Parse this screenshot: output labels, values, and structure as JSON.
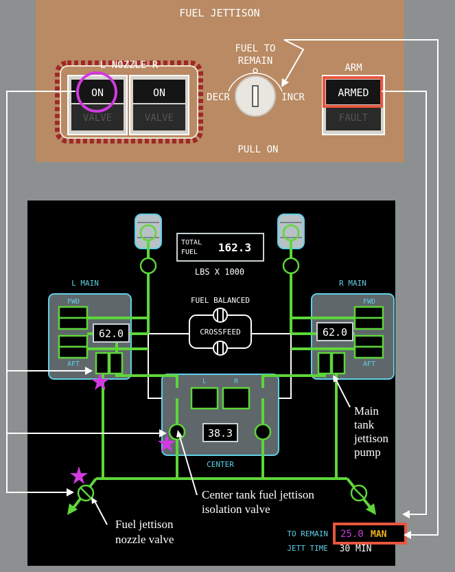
{
  "panel": {
    "title": "FUEL JETTISON",
    "nozzle_label": "L NOZZLE R",
    "nozzle_left": {
      "top": "ON",
      "bottom": "VALVE"
    },
    "nozzle_right": {
      "top": "ON",
      "bottom": "VALVE"
    },
    "fuel_to_remain": [
      "FUEL TO",
      "REMAIN"
    ],
    "decr": "DECR",
    "incr": "INCR",
    "pull_on": "PULL ON",
    "arm_label": "ARM",
    "arm_top": "ARMED",
    "arm_bottom": "FAULT"
  },
  "display": {
    "total_fuel_label": [
      "TOTAL",
      "FUEL"
    ],
    "total_fuel_value": "162.3",
    "units": "LBS X 1000",
    "l_main_label": "L MAIN",
    "r_main_label": "R MAIN",
    "fwd": "FWD",
    "aft": "AFT",
    "l_main_value": "62.0",
    "r_main_value": "62.0",
    "fuel_balanced": "FUEL BALANCED",
    "crossfeed": "CROSSFEED",
    "center_l": "L",
    "center_r": "R",
    "center_value": "38.3",
    "center_label": "CENTER",
    "to_remain_label": "TO REMAIN",
    "to_remain_value": "25.0",
    "to_remain_mode": "MAN",
    "jett_time_label": "JETT TIME",
    "jett_time_value": "30 MIN"
  },
  "annotations": {
    "main_pump": [
      "Main",
      "tank",
      "jettison",
      "pump"
    ],
    "center_valve": [
      "Center tank fuel jettison",
      "isolation valve"
    ],
    "nozzle_valve": [
      "Fuel jettison",
      "nozzle valve"
    ]
  },
  "colors": {
    "panel": "#b98a63",
    "line_green": "#5ed63a",
    "cyan": "#5fd0e8",
    "magenta": "#d03adf",
    "highlight_red": "#e8553e"
  }
}
